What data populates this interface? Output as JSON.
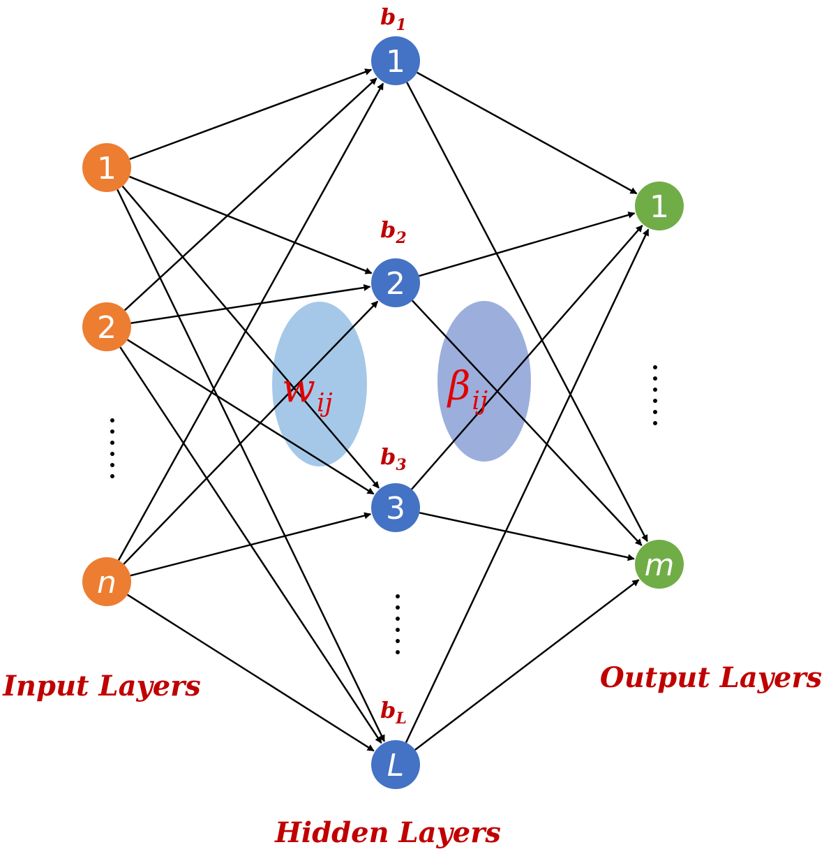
{
  "colors": {
    "input": "#ed7d31",
    "hidden": "#4472c4",
    "output": "#70ad47",
    "label_red": "#c00000",
    "edge": "#000000"
  },
  "layers": {
    "input": {
      "title": "Input Layers",
      "nodes": [
        {
          "id": "i1",
          "label": "1",
          "italic": false
        },
        {
          "id": "i2",
          "label": "2",
          "italic": false
        },
        {
          "id": "in",
          "label": "n",
          "italic": true
        }
      ]
    },
    "hidden": {
      "title": "Hidden Layers",
      "nodes": [
        {
          "id": "h1",
          "label": "1",
          "italic": false,
          "bias": "b",
          "bias_sub": "1"
        },
        {
          "id": "h2",
          "label": "2",
          "italic": false,
          "bias": "b",
          "bias_sub": "2"
        },
        {
          "id": "h3",
          "label": "3",
          "italic": false,
          "bias": "b",
          "bias_sub": "3"
        },
        {
          "id": "hL",
          "label": "L",
          "italic": true,
          "bias": "b",
          "bias_sub": "L"
        }
      ]
    },
    "output": {
      "title": "Output Layers",
      "nodes": [
        {
          "id": "o1",
          "label": "1",
          "italic": false
        },
        {
          "id": "om",
          "label": "m",
          "italic": true
        }
      ]
    }
  },
  "weights": {
    "input_hidden": {
      "symbol": "w",
      "sub": "ij"
    },
    "hidden_output": {
      "symbol": "β",
      "sub": "ij"
    }
  }
}
